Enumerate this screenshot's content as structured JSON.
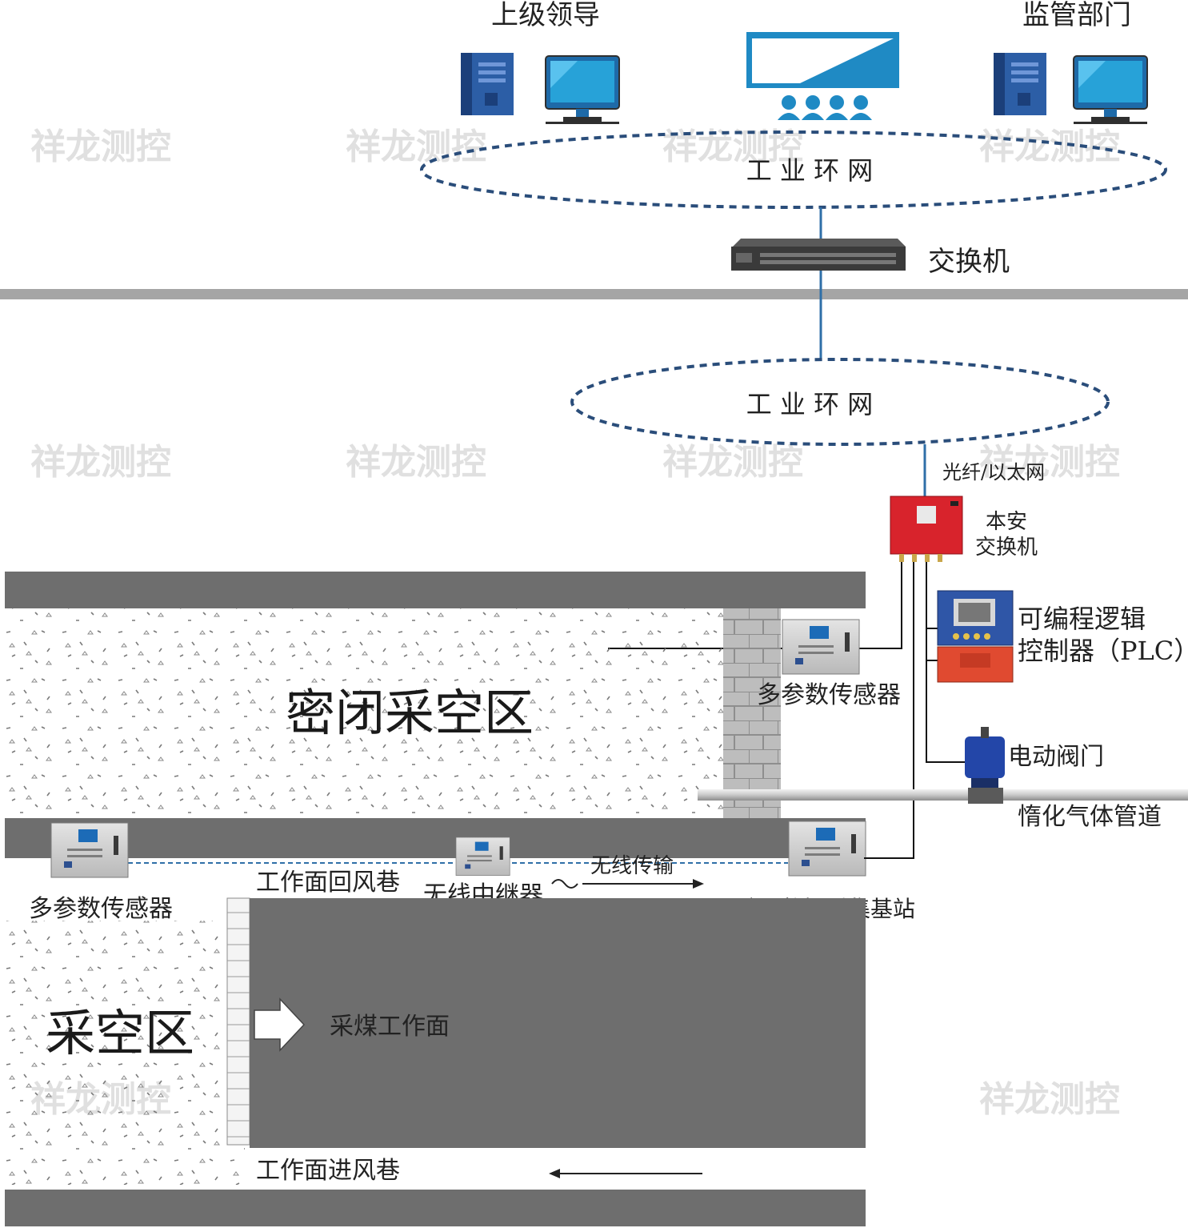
{
  "labels": {
    "superior": "上级领导",
    "supervision": "监管部门",
    "ring_top": "工 业 环 网",
    "switch": "交换机",
    "ring_mid": "工 业 环 网",
    "fiber": "光纤/以太网",
    "intrinsic_line1": "本安",
    "intrinsic_line2": "交换机",
    "plc_line1": "可编程逻辑",
    "plc_line2": "控制器（PLC）",
    "sensor_sealed": "多参数传感器",
    "sealed_goaf": "密闭采空区",
    "valve": "电动阀门",
    "pipe": "惰化气体管道",
    "return_airway": "工作面回风巷",
    "wireless": "无线传输",
    "repeater": "无线中继器",
    "base_station": "矿用数据采集基站",
    "sensor_left": "多参数传感器",
    "goaf": "采空区",
    "coal_face": "采煤工作面",
    "intake_airway": "工作面进风巷",
    "watermark": "祥龙测控"
  },
  "icons": {
    "server": "server-tower-icon",
    "monitor": "desktop-monitor-icon",
    "screen": "display-screen-icon",
    "people": "people-group-icon",
    "switch": "network-switch-icon",
    "arrow": "right-arrow-icon"
  },
  "colors": {
    "ring": "#2a4d7a",
    "link": "#2f6fa8",
    "rock": "#6e6e6e",
    "separator": "#a5a5a5",
    "device_red": "#d8232c",
    "plc_blue": "#2f56a7",
    "plc_red": "#e04a30",
    "valve_blue": "#2346a8",
    "screen_blue": "#1f8ac4"
  }
}
